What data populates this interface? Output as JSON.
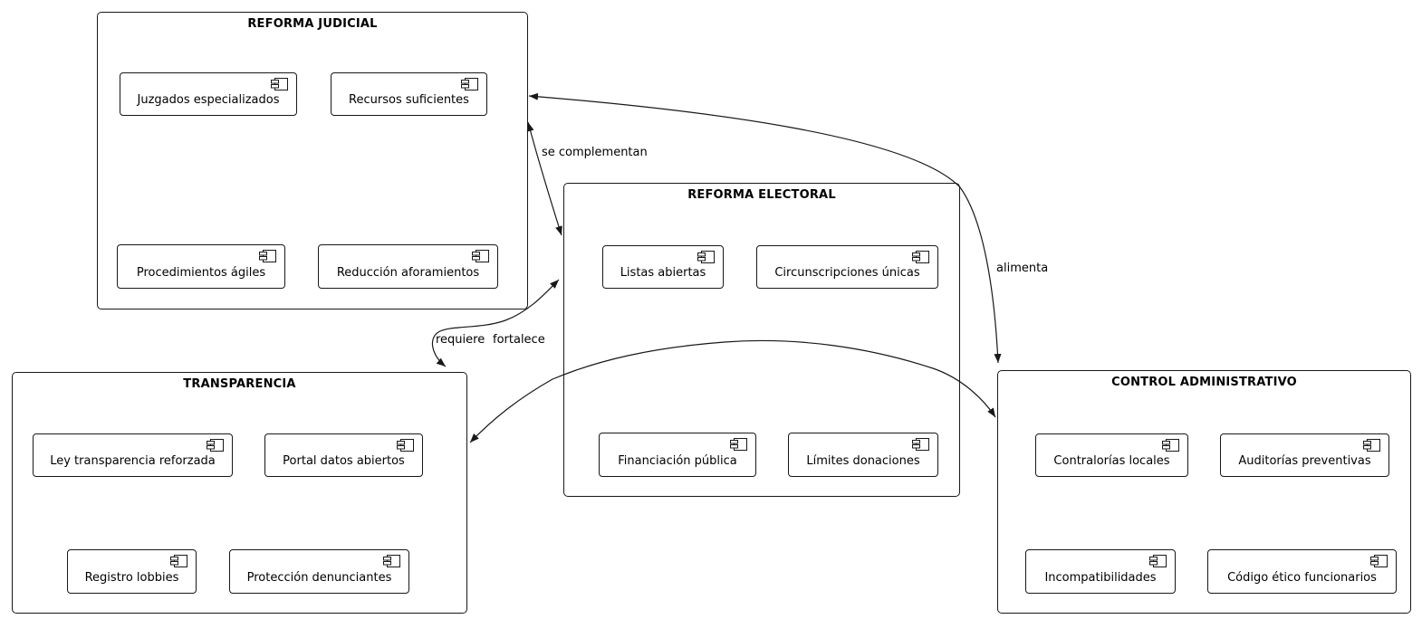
{
  "diagram": {
    "type": "uml-component-diagram",
    "colors": {
      "background": "#ffffff",
      "line": "#181818",
      "text": "#000000"
    },
    "packages": [
      {
        "title": "REFORMA JUDICIAL",
        "components": [
          "Juzgados especializados",
          "Recursos suficientes",
          "Procedimientos ágiles",
          "Reducción aforamientos"
        ]
      },
      {
        "title": "REFORMA ELECTORAL",
        "components": [
          "Listas abiertas",
          "Circunscripciones únicas",
          "Financiación pública",
          "Límites donaciones"
        ]
      },
      {
        "title": "TRANSPARENCIA",
        "components": [
          "Ley transparencia reforzada",
          "Portal datos abiertos",
          "Registro lobbies",
          "Protección denunciantes"
        ]
      },
      {
        "title": "CONTROL ADMINISTRATIVO",
        "components": [
          "Contralorías locales",
          "Auditorías preventivas",
          "Incompatibilidades",
          "Código ético funcionarios"
        ]
      }
    ],
    "relations": [
      {
        "from": "REFORMA JUDICIAL",
        "to": "REFORMA ELECTORAL",
        "label": "se complementan",
        "style": "bidirectional"
      },
      {
        "from": "REFORMA JUDICIAL",
        "to": "TRANSPARENCIA",
        "label": "requiere",
        "style": "directed"
      },
      {
        "from": "TRANSPARENCIA",
        "to": "REFORMA ELECTORAL",
        "label": "fortalece",
        "style": "directed"
      },
      {
        "from": "REFORMA JUDICIAL",
        "to": "CONTROL ADMINISTRATIVO",
        "label": "alimenta",
        "style": "bidirectional"
      },
      {
        "from": "TRANSPARENCIA",
        "to": "CONTROL ADMINISTRATIVO",
        "label": "",
        "style": "bidirectional"
      }
    ]
  }
}
